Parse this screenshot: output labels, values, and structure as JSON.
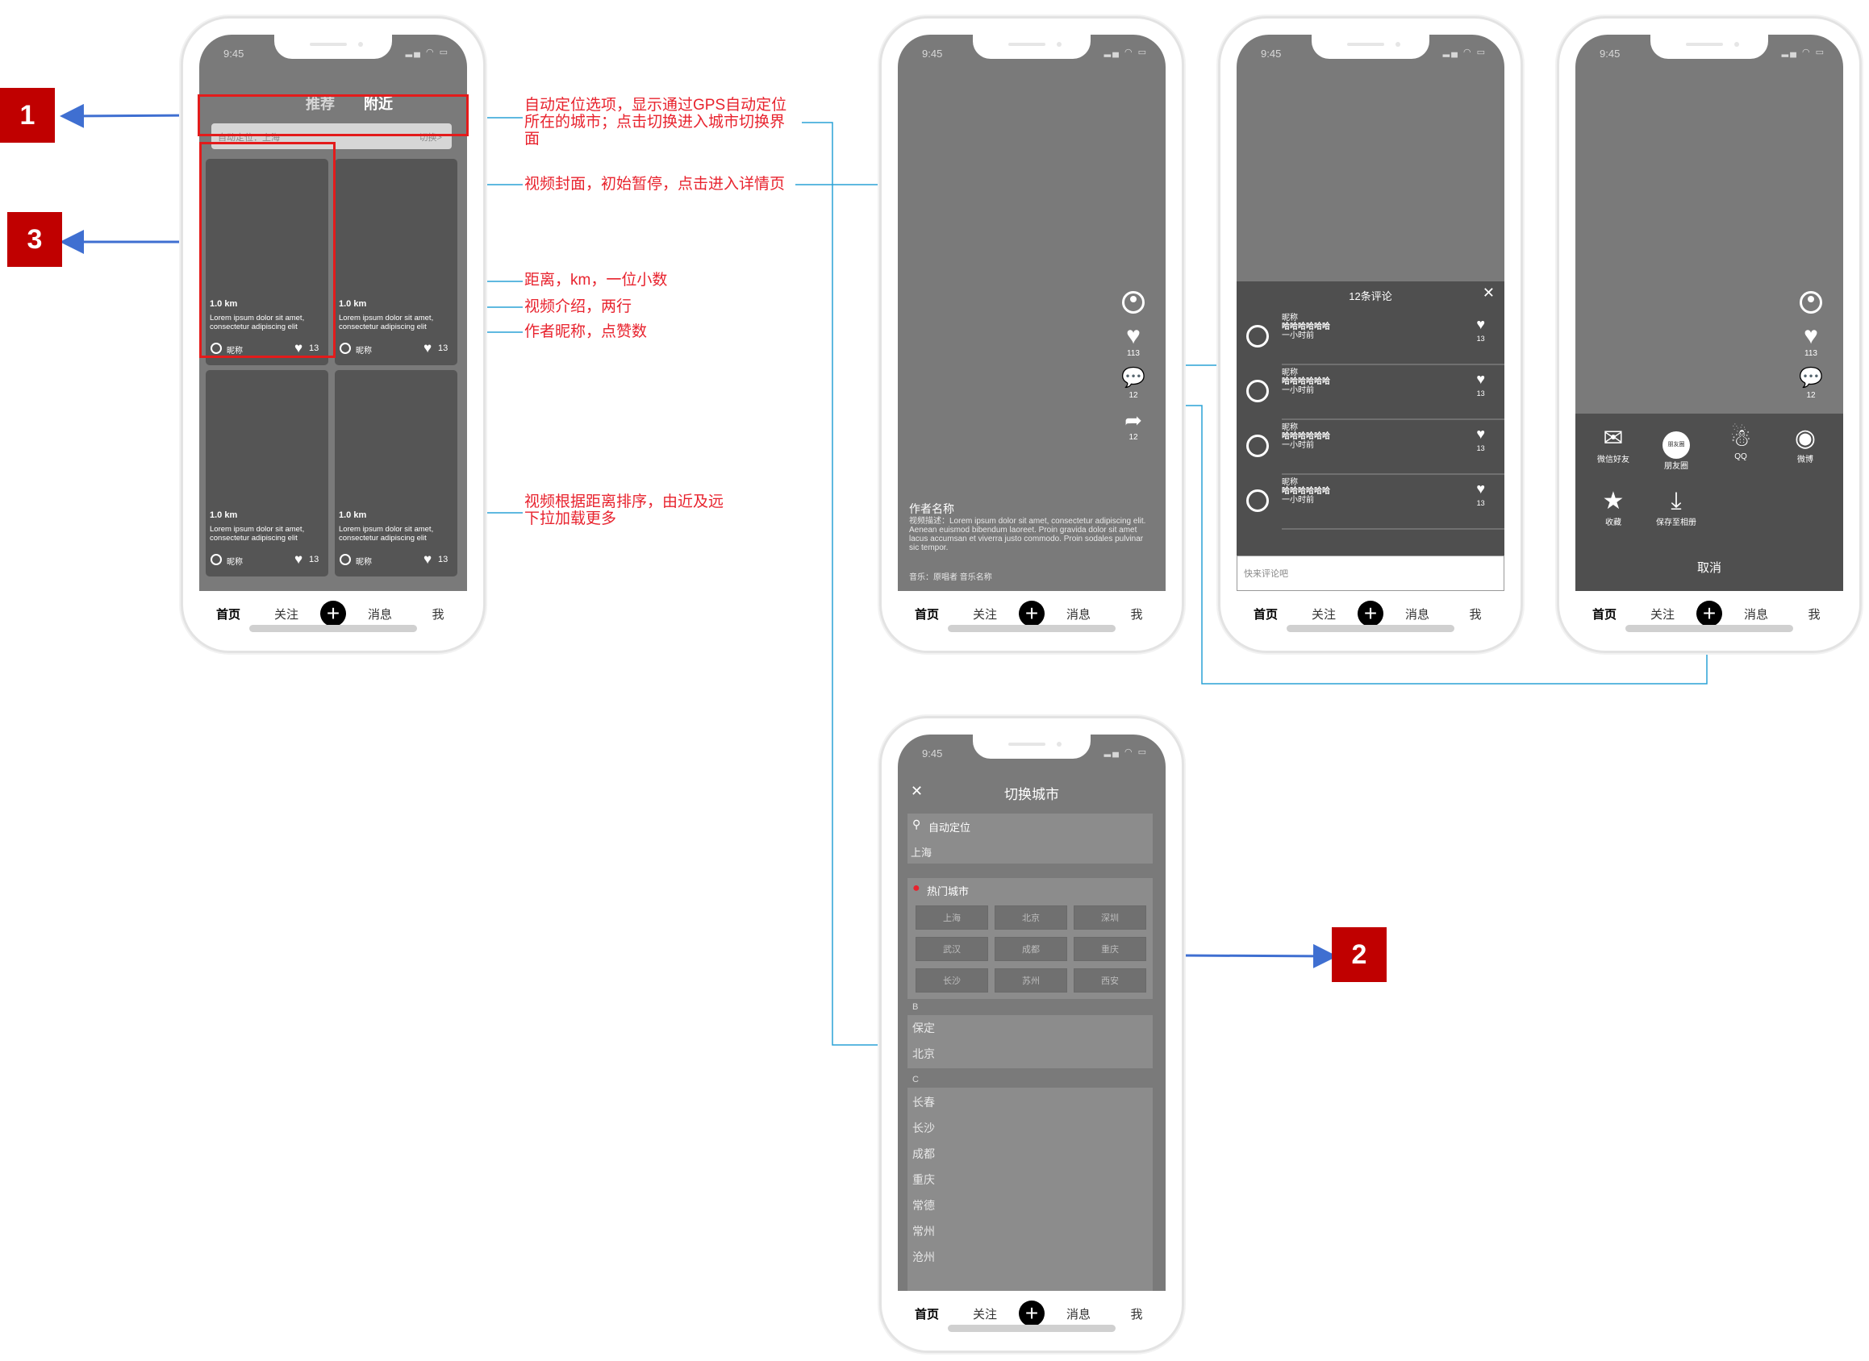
{
  "status_time": "9:45",
  "status_icons": "▂▄ ◠ ▭",
  "tabbar": {
    "home": "首页",
    "follow": "关注",
    "add": "+",
    "message": "消息",
    "me": "我"
  },
  "phone1": {
    "tabs": {
      "recommend": "推荐",
      "nearby": "附近"
    },
    "location": {
      "text": "自动定位：上海",
      "switch": "切换>"
    },
    "cards": [
      {
        "distance": "1.0 km",
        "desc": "Lorem ipsum dolor sit amet, consectetur adipiscing elit",
        "nickname": "昵称",
        "likes": "13"
      },
      {
        "distance": "1.0 km",
        "desc": "Lorem ipsum dolor sit amet, consectetur adipiscing elit",
        "nickname": "昵称",
        "likes": "13"
      },
      {
        "distance": "1.0 km",
        "desc": "Lorem ipsum dolor sit amet, consectetur adipiscing elit",
        "nickname": "昵称",
        "likes": "13"
      },
      {
        "distance": "1.0 km",
        "desc": "Lorem ipsum dolor sit amet, consectetur adipiscing elit",
        "nickname": "昵称",
        "likes": "13"
      }
    ]
  },
  "annotations": {
    "a1": "自动定位选项，显示通过GPS自动定位所在的城市；点击切换进入城市切换界面",
    "a2": "视频封面，初始暂停，点击进入详情页",
    "a3": "距离，km，一位小数",
    "a4": "视频介绍，两行",
    "a5": "作者昵称，点赞数",
    "a6": "视频根据距离排序，由近及远下拉加载更多"
  },
  "callouts": {
    "c1": "1",
    "c2": "2",
    "c3": "3"
  },
  "detail": {
    "likes": "113",
    "comments": "12",
    "shares": "12",
    "author": "作者名称",
    "desc": "视频描述：Lorem ipsum dolor sit amet, consectetur adipiscing elit. Aenean euismod bibendum laoreet. Proin gravida dolor sit amet lacus accumsan et viverra justo commodo. Proin sodales pulvinar sic tempor.",
    "music": "音乐：原唱者 音乐名称"
  },
  "comments": {
    "title": "12条评论",
    "close": "✕",
    "items": [
      {
        "name": "昵称",
        "text": "哈哈哈哈哈哈",
        "time": "一小时前",
        "likes": "13"
      },
      {
        "name": "昵称",
        "text": "哈哈哈哈哈哈",
        "time": "一小时前",
        "likes": "13"
      },
      {
        "name": "昵称",
        "text": "哈哈哈哈哈哈",
        "time": "一小时前",
        "likes": "13"
      },
      {
        "name": "昵称",
        "text": "哈哈哈哈哈哈",
        "time": "一小时前",
        "likes": "13"
      }
    ],
    "input_placeholder": "快来评论吧"
  },
  "share": {
    "items": [
      {
        "label": "微信好友",
        "icon": "wechat-icon"
      },
      {
        "label": "朋友圈",
        "icon": "moments-icon"
      },
      {
        "label": "QQ",
        "icon": "qq-icon"
      },
      {
        "label": "微博",
        "icon": "weibo-icon"
      },
      {
        "label": "收藏",
        "icon": "star-icon"
      },
      {
        "label": "保存至相册",
        "icon": "download-icon"
      }
    ],
    "moments_badge": "朋友圈",
    "cancel": "取消"
  },
  "city": {
    "close": "✕",
    "title": "切换城市",
    "auto_label": "自动定位",
    "auto_city": "上海",
    "hot_label": "热门城市",
    "hot": [
      "上海",
      "北京",
      "深圳",
      "武汉",
      "成都",
      "重庆",
      "长沙",
      "苏州",
      "西安"
    ],
    "sections": [
      {
        "letter": "B",
        "cities": [
          "保定",
          "北京"
        ]
      },
      {
        "letter": "C",
        "cities": [
          "长春",
          "长沙",
          "成都",
          "重庆",
          "常德",
          "常州",
          "沧州"
        ]
      }
    ]
  }
}
